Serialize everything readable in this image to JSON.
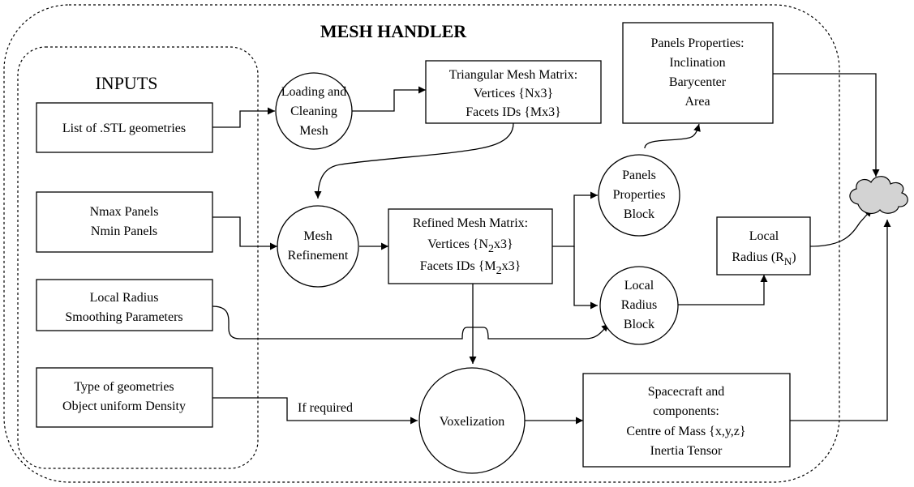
{
  "title": "MESH HANDLER",
  "inputs_title": "INPUTS",
  "inputs": {
    "stl": "List of .STL geometries",
    "panels": [
      "Nmax Panels",
      "Nmin Panels"
    ],
    "radius_params": [
      "Local Radius",
      "Smoothing Parameters"
    ],
    "geometry_type": [
      "Type of geometries",
      "Object uniform Density"
    ]
  },
  "processes": {
    "loading": [
      "Loading and",
      "Cleaning",
      "Mesh"
    ],
    "refinement": [
      "Mesh",
      "Refinement"
    ],
    "panels_block": [
      "Panels",
      "Properties",
      "Block"
    ],
    "radius_block": [
      "Local",
      "Radius",
      "Block"
    ],
    "voxelization": "Voxelization"
  },
  "outputs": {
    "triangular_mesh": [
      "Triangular Mesh Matrix:",
      "Vertices {Nx3}",
      "Facets IDs {Mx3}"
    ],
    "refined_mesh": {
      "title": "Refined Mesh Matrix:",
      "vertices_pre": "Vertices {N",
      "vertices_sub": "2",
      "vertices_post": "x3}",
      "facets_pre": "Facets IDs {M",
      "facets_sub": "2",
      "facets_post": "x3}"
    },
    "panel_props": [
      "Panels Properties:",
      "Inclination",
      "Barycenter",
      "Area"
    ],
    "local_radius": {
      "line1": "Local",
      "line2_pre": "Radius (R",
      "line2_sub": "N",
      "line2_post": ")"
    },
    "spacecraft": [
      "Spacecraft and",
      "components:",
      "Centre of Mass {x,y,z}",
      "Inertia Tensor"
    ]
  },
  "edge_labels": {
    "if_required": "If required"
  },
  "icons": {
    "cloud": "cloud-icon"
  },
  "colors": {
    "cloud_fill": "#d3d3d3",
    "stroke": "#000000"
  }
}
